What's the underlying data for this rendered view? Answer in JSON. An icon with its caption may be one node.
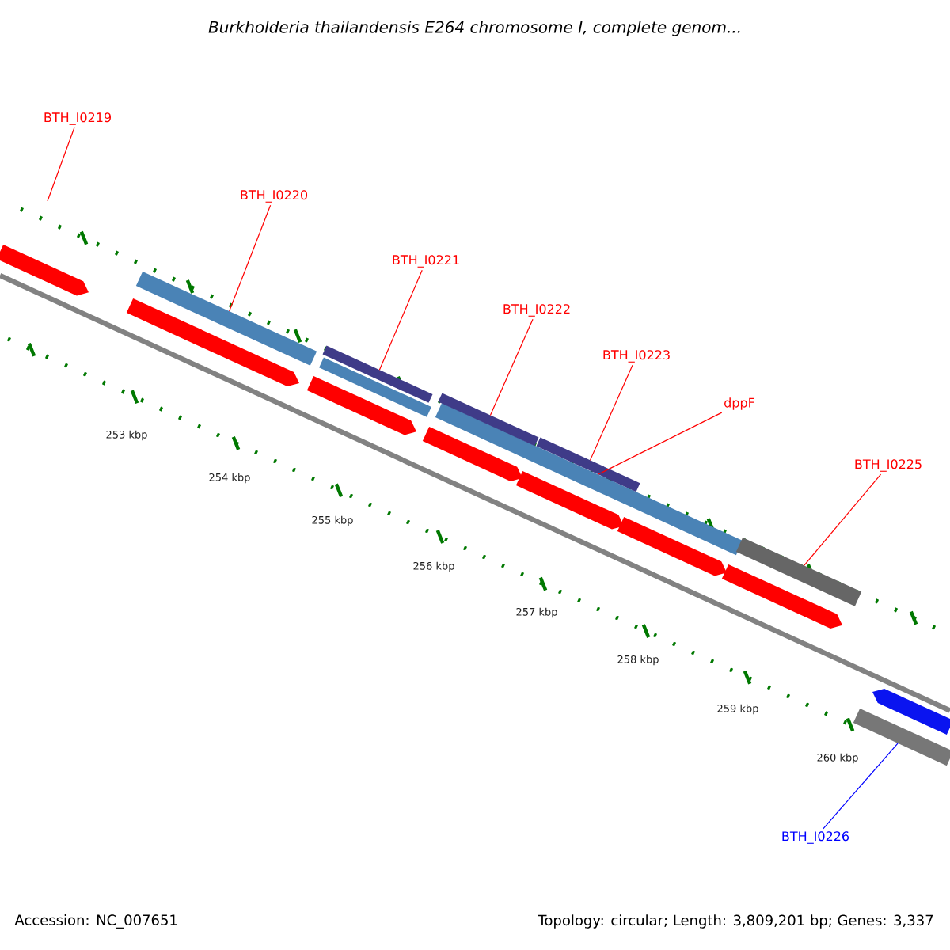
{
  "diagram": {
    "title": "Burkholderia thailandensis E264 chromosome I, complete genom...",
    "nodes": [
      {
        "text": [
          "BTH_I0219"
        ]
      },
      {
        "text": [
          "BTH_I0220"
        ]
      },
      {
        "text": [
          "BTH_I0221"
        ]
      },
      {
        "text": [
          "BTH_I0222"
        ]
      },
      {
        "text": [
          "BTH_I0223"
        ]
      },
      {
        "text": [
          "dppF"
        ]
      },
      {
        "text": [
          "BTH_I0225"
        ]
      },
      {
        "text": [
          "BTH_I0226"
        ]
      },
      {
        "text": [],
        "shape": "bar"
      },
      {
        "text": [],
        "shape": "bar"
      },
      {
        "text": [],
        "shape": "bar"
      },
      {
        "text": [],
        "shape": "bar"
      },
      {
        "text": [],
        "shape": "bar"
      },
      {
        "text": [],
        "shape": "bar"
      },
      {
        "text": [],
        "shape": "bar"
      },
      {
        "text": [],
        "shape": "bar"
      },
      {
        "text": [],
        "shape": "bar"
      },
      {
        "text": [],
        "shape": "bar"
      },
      {
        "text": [],
        "shape": "bar"
      },
      {
        "text": [],
        "shape": "bar"
      },
      {
        "text": [],
        "shape": "bar"
      },
      {
        "text": [],
        "shape": "bar"
      },
      {
        "text": [],
        "shape": "bar"
      },
      {
        "text": [],
        "shape": "bar"
      }
    ],
    "edges": [
      {
        "from": 0,
        "to": null,
        "arrow": "none"
      },
      {
        "from": 1,
        "to": 8,
        "arrow": "none"
      },
      {
        "from": 2,
        "to": 9,
        "arrow": "none"
      },
      {
        "from": 3,
        "to": 10,
        "arrow": "none"
      },
      {
        "from": 4,
        "to": 11,
        "arrow": "none"
      },
      {
        "from": 5,
        "to": 12,
        "arrow": "none"
      },
      {
        "from": 6,
        "to": 13,
        "arrow": "none"
      },
      {
        "from": 7,
        "to": 14,
        "arrow": "none",
        "color": "#0000ff"
      }
    ],
    "labels": [
      "253 kbp",
      "254 kbp",
      "255 kbp",
      "256 kbp",
      "257 kbp",
      "258 kbp",
      "259 kbp",
      "260 kbp",
      "Accession: NC_007651",
      "Topology: circular; Length: 3,809,201 bp; Genes: 3,337"
    ]
  }
}
